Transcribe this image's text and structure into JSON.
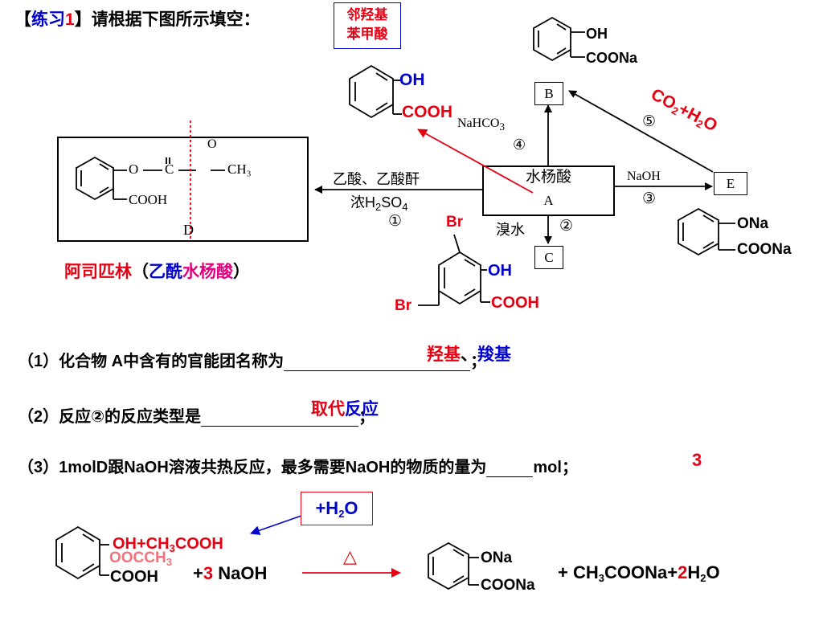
{
  "exercise": {
    "bracket_open": "【",
    "tag": "练习",
    "number": "1",
    "bracket_close": "】",
    "instruction": "请根据下图所示填空："
  },
  "callout_top": {
    "line1": "邻羟基",
    "line2": "苯甲酸"
  },
  "compounds": {
    "b_structure": {
      "g1": "OH",
      "g2": "COONa"
    },
    "salicylic_red": {
      "g1": "OH",
      "g2": "COOH"
    },
    "e_structure": {
      "g1": "ONa",
      "g2": "COONa"
    },
    "c_structure": {
      "br1": "Br",
      "br2": "Br",
      "g1": "OH",
      "g2": "COOH"
    },
    "d_structure": {
      "o": "O",
      "o_top": "O",
      "c": "C",
      "ch3": "CH₃",
      "cooh": "COOH",
      "label": "D"
    }
  },
  "scheme": {
    "center_line1": "水杨酸",
    "center_line2": "A",
    "box_b": "B",
    "box_c": "C",
    "box_e": "E",
    "left_reagent1": "乙酸、乙酸酐",
    "left_reagent2_pre": "浓H",
    "left_reagent2_sub1": "2",
    "left_reagent2_mid": "SO",
    "left_reagent2_sub2": "4",
    "left_step": "①",
    "up_reagent_pre": "NaHCO",
    "up_reagent_sub": "3",
    "up_step": "④",
    "right_reagent": "NaOH",
    "right_step": "③",
    "down_reagent": "溴水",
    "down_step": "②",
    "diag_step": "⑤",
    "co2_c": "CO",
    "co2_sub": "2",
    "co2_plus": "+H",
    "h2o_sub": "2",
    "h2o_o": "O"
  },
  "aspirin": {
    "name_red": "阿司匹林",
    "paren_open": "（",
    "name_blue": "乙酰",
    "name_pink": "水杨酸",
    "paren_close": "）"
  },
  "questions": {
    "q1_text": "（1）化合物 A中含有的官能团名称为",
    "q1_ans1": "羟基",
    "q1_sep": "、",
    "q1_ans2": "羧基",
    "q1_end": "；",
    "q2_text": "（2）反应②的反应类型是",
    "q2_ans1": "取代",
    "q2_ans2": "反应",
    "q2_end": "；",
    "q3_text": "（3）1molD跟NaOH溶液共热反应，最多需要NaOH的物质的量为",
    "q3_ans": "3",
    "q3_end": "mol；"
  },
  "equation": {
    "callout_plus": "+H",
    "callout_sub": "2",
    "callout_o": "O",
    "over_oh": "OH",
    "over_plus": "+CH",
    "over_sub": "3",
    "over_cooh": "COOH",
    "ghost": "OOCCH",
    "ghost_sub": "3",
    "reactant_cooh": "COOH",
    "plus1": "+",
    "coef": "3",
    "naoh": "NaOH",
    "delta": "△",
    "prod_g1": "ONa",
    "prod_g2": "COONa",
    "plus2": "+",
    "acetate_pre": "CH",
    "acetate_sub": "3",
    "acetate_post": "COONa+",
    "water_coef": "2",
    "water_h": "H",
    "water_sub": "2",
    "water_o": "O"
  },
  "colors": {
    "red": "#e60012",
    "blue": "#0000cc",
    "pink": "#e4007f"
  }
}
